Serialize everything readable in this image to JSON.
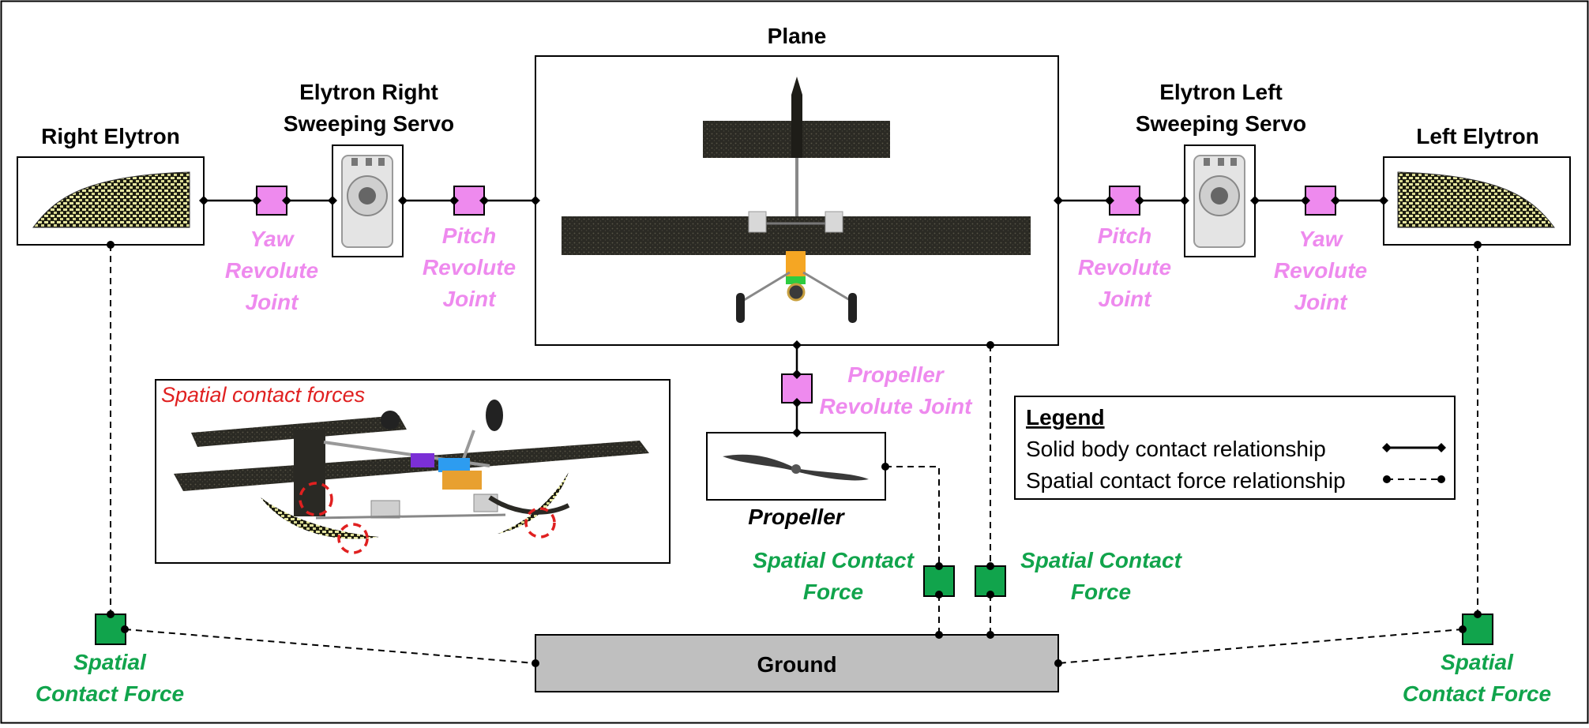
{
  "colors": {
    "joint": "#ee8aee",
    "spatial": "#11a44c",
    "ground_fill": "#bfbfbf",
    "annotation_red": "#e02020",
    "line": "#000000"
  },
  "titles": {
    "plane": "Plane",
    "right_elytron": "Right Elytron",
    "left_elytron": "Left Elytron",
    "right_servo_line1": "Elytron Right",
    "right_servo_line2": "Sweeping Servo",
    "left_servo_line1": "Elytron Left",
    "left_servo_line2": "Sweeping Servo",
    "propeller": "Propeller",
    "ground": "Ground"
  },
  "joints": {
    "right_yaw": [
      "Yaw",
      "Revolute",
      "Joint"
    ],
    "right_pitch": [
      "Pitch",
      "Revolute",
      "Joint"
    ],
    "left_pitch": [
      "Pitch",
      "Revolute",
      "Joint"
    ],
    "left_yaw": [
      "Yaw",
      "Revolute",
      "Joint"
    ],
    "propeller": [
      "Propeller",
      "Revolute Joint"
    ]
  },
  "spatial_labels": {
    "left_bottom": [
      "Spatial",
      "Contact Force"
    ],
    "right_bottom": [
      "Spatial",
      "Contact Force"
    ],
    "propeller": [
      "Spatial Contact",
      "Force"
    ],
    "plane": [
      "Spatial Contact",
      "Force"
    ]
  },
  "inset": {
    "caption": "Spatial contact forces"
  },
  "legend": {
    "title": "Legend",
    "solid": "Solid body contact relationship",
    "spatial": "Spatial contact force relationship"
  }
}
